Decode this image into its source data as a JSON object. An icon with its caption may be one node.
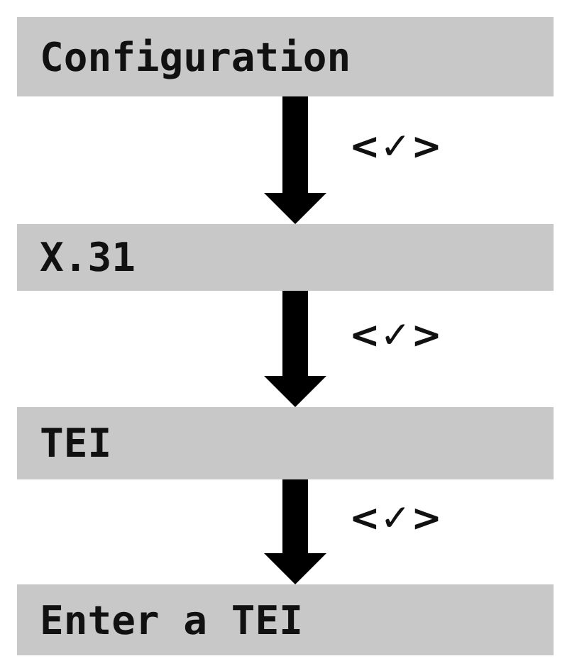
{
  "diagram": {
    "nodes": [
      {
        "text": [
          "Configuration"
        ]
      },
      {
        "text": [
          "X.31"
        ]
      },
      {
        "text": [
          "TEI"
        ]
      },
      {
        "text": [
          "Enter a TEI"
        ]
      }
    ],
    "edges": [
      {
        "from": 0,
        "to": 1,
        "arrow": "to",
        "label": "<✓>"
      },
      {
        "from": 1,
        "to": 2,
        "arrow": "to",
        "label": "<✓>"
      },
      {
        "from": 2,
        "to": 3,
        "arrow": "to",
        "label": "<✓>"
      }
    ]
  }
}
